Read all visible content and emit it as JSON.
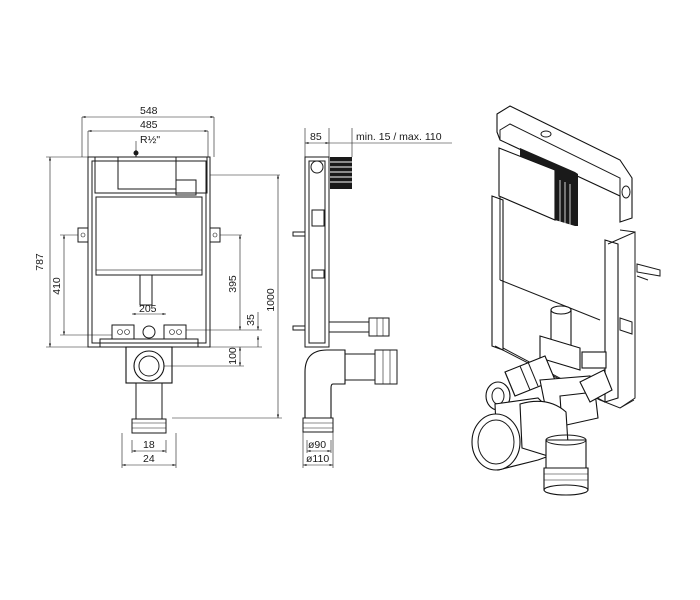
{
  "front_view": {
    "width_outer": "548",
    "width_inner": "485",
    "thread": "R½\"",
    "height_total": "787",
    "height_bracket": "410",
    "height_inlet": "395",
    "height_frame": "1000",
    "spacing_studs": "205",
    "offset_small": "35",
    "offset_drain": "100",
    "pipe_width_inner": "18",
    "pipe_width_outer": "24"
  },
  "side_view": {
    "depth": "85",
    "adjust": "min. 15 / max. 110",
    "dia_small": "ø90",
    "dia_large": "ø110"
  },
  "colors": {
    "line": "#1a1a1a",
    "fill": "#ffffff",
    "shade": "#d9d9d9"
  }
}
